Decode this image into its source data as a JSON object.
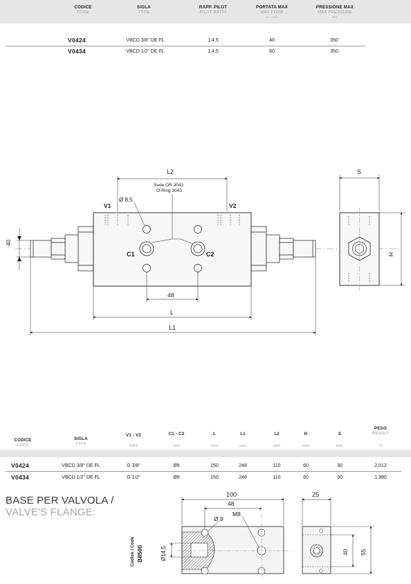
{
  "table1": {
    "headers": [
      {
        "main": "CODICE",
        "sub": "CODE",
        "unit": ""
      },
      {
        "main": "SIGLA",
        "sub": "TYPE",
        "unit": ""
      },
      {
        "main": "RAPP. PILOT",
        "sub": "PILOT RATIO",
        "unit": ""
      },
      {
        "main": "PORTATA MAX",
        "sub": "MAX FLOW",
        "unit": "Lt. / min"
      },
      {
        "main": "PRESSIONE MAX",
        "sub": "MAX PRESSURE",
        "unit": "Bar"
      }
    ],
    "rows": [
      {
        "code": "V0424",
        "type": "VBCD 3/8\" DE FL",
        "ratio": "1:4,5",
        "flow": "40",
        "pressure": "350"
      },
      {
        "code": "V0434",
        "type": "VBCD 1/2\" DE FL",
        "ratio": "1:4,5",
        "flow": "60",
        "pressure": "350"
      }
    ]
  },
  "drawing1": {
    "L2": "L2",
    "seal": "Sede OR 3043",
    "oring": "O-Ring 3043",
    "dia": "Ø 8.5",
    "v1": "V1",
    "v2": "V2",
    "c1": "C1",
    "c2": "C2",
    "h40": "40",
    "d48": "48",
    "L": "L",
    "L1": "L1",
    "S": "S",
    "H": "H"
  },
  "table2": {
    "headers": [
      {
        "main": "CODICE",
        "sub": "CODE"
      },
      {
        "main": "SIGLA",
        "sub": "TYPE"
      },
      {
        "main": "V1 - V2",
        "sub": "GAS"
      },
      {
        "main": "C1 - C2",
        "sub": "mm"
      },
      {
        "main": "L",
        "sub": "mm"
      },
      {
        "main": "L1",
        "sub": "mm"
      },
      {
        "main": "L2",
        "sub": "mm"
      },
      {
        "main": "H",
        "sub": "mm"
      },
      {
        "main": "S",
        "sub": "mm"
      },
      {
        "main": "PESO",
        "sub": "WEIGHT",
        "unit": "Kg"
      }
    ],
    "rows": [
      {
        "code": "V0424",
        "type": "VBCD 3/8\" DE FL",
        "v": "G 3/8\"",
        "c": "Ø9",
        "L": "150",
        "L1": "248",
        "L2": "110",
        "H": "60",
        "S": "30",
        "w": "2,012"
      },
      {
        "code": "V0434",
        "type": "VBCD 1/2\" DE FL",
        "v": "G 1/2\"",
        "c": "Ø9",
        "L": "150",
        "L1": "248",
        "L2": "110",
        "H": "60",
        "S": "30",
        "w": "1,980"
      }
    ]
  },
  "flange": {
    "title_it": "BASE PER VALVOLA /",
    "title_en": "VALVE'S FLANGE:",
    "d100": "100",
    "d48": "48",
    "dia9": "Ø 9",
    "m8": "M8",
    "dia145": "Ø14,5",
    "code_label": "Codice / Code",
    "code": "B8500",
    "d25": "25",
    "d40": "40",
    "d55": "55"
  }
}
